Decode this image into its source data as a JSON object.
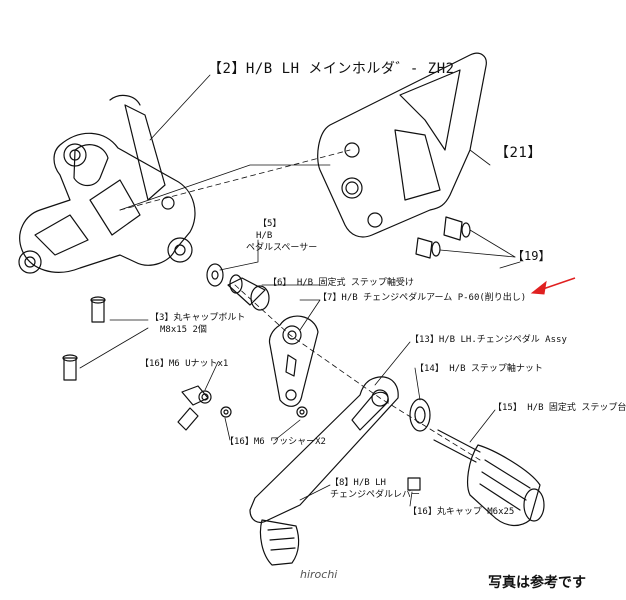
{
  "labels": {
    "main_holder": "【2】H/B LH メインホルダ゛- ZH2",
    "plate": "【21】",
    "screws_19": "【19】",
    "spacer_5_a": "【5】",
    "spacer_5_b": "H/B",
    "spacer_5_c": "ペダルスペーサー",
    "bearing_6": "【6】 H/B 固定式 ステップ軸受け",
    "arm_7": "【7】H/B チェンジペダルアーム P-60(削り出し)",
    "bolt_3_a": "【3】丸キャップボルト",
    "bolt_3_b": "M8x15 2個",
    "nut_16": "【16】M6 Uナットx1",
    "washer_16": "【16】M6 ワッシャーX2",
    "assy_13": "【13】H/B LH.チェンジペダル Assy",
    "nut_14": "【14】 H/B ステップ軸ナット",
    "step_15": "【15】 H/B 固定式 ステップ台",
    "lever_8_a": "【8】H/B LH",
    "lever_8_b": "チェンジペダルレバー",
    "cap_16": "【16】丸キャップ M6x25"
  },
  "footer": "写真は参考です",
  "watermark": "hirochi",
  "colors": {
    "line": "#111111",
    "arrow": "#e02020"
  }
}
